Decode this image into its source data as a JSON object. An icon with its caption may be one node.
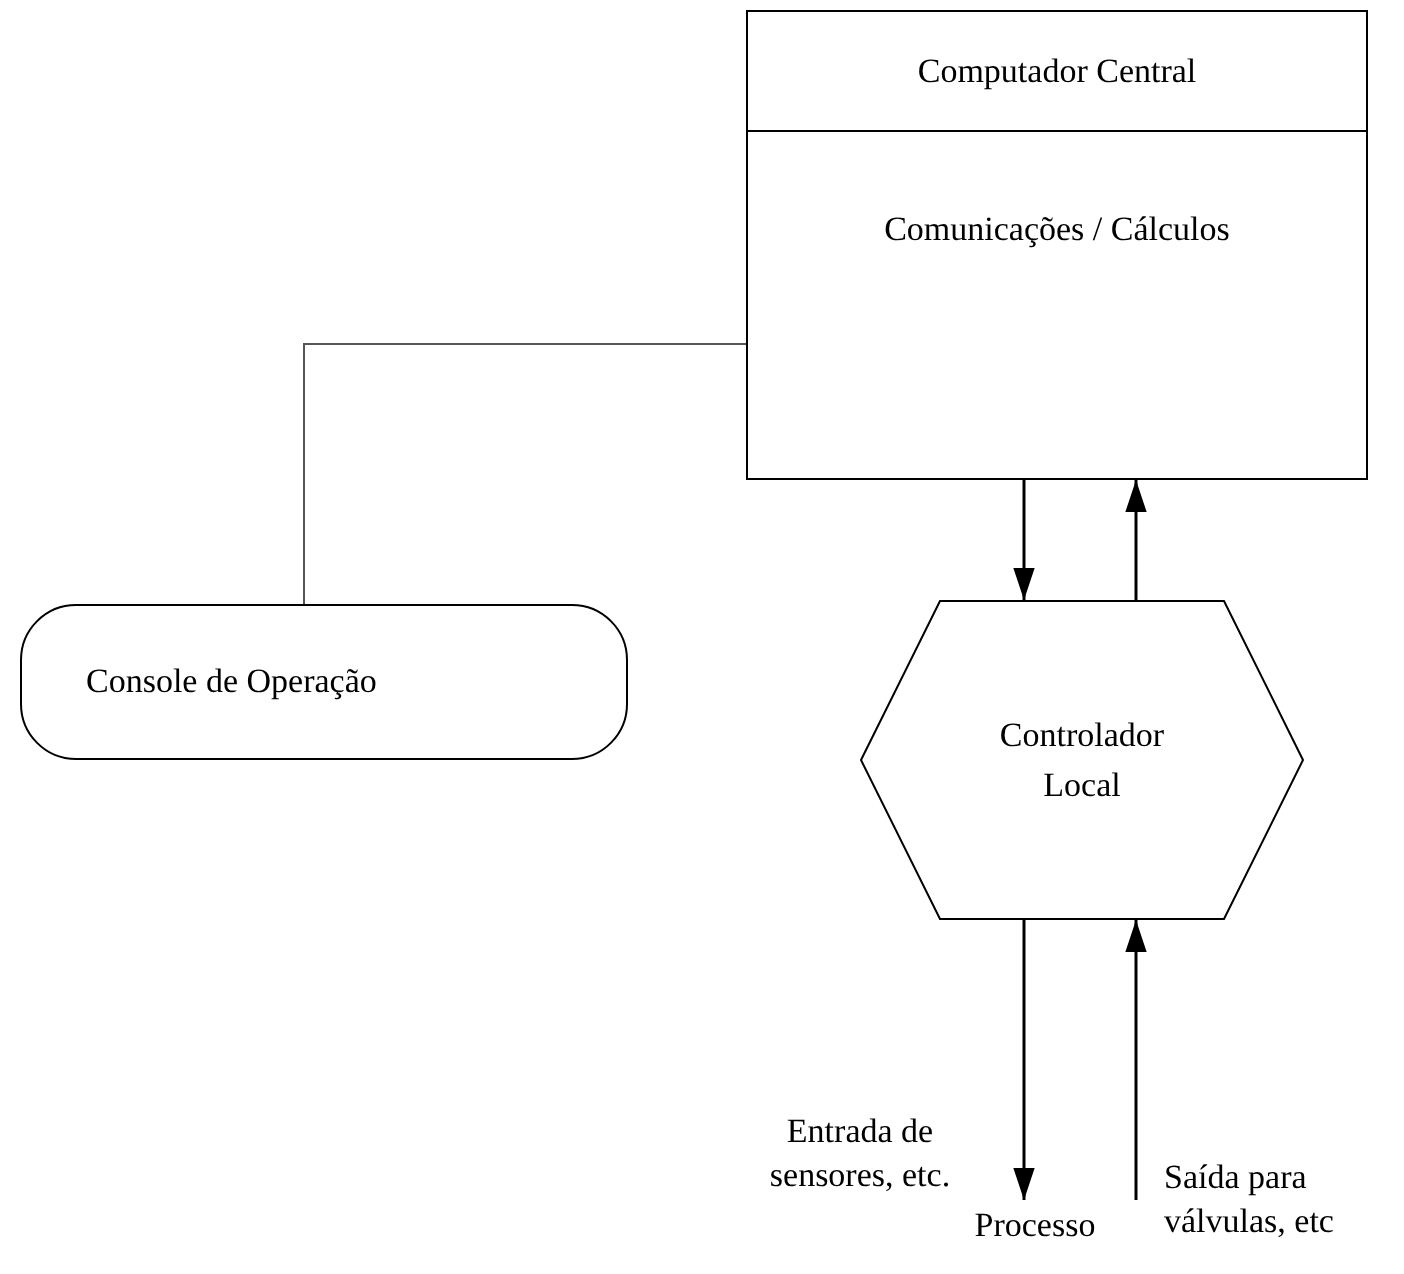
{
  "diagram": {
    "nodes": [
      {
        "text": [
          "Computador Central",
          "Comunicações / Cálculos"
        ]
      },
      {
        "text": [
          "Console de Operação"
        ]
      },
      {
        "text": [
          "Controlador Local"
        ]
      },
      {
        "text": [
          "Processo"
        ]
      }
    ],
    "edges": [
      {
        "from": 0,
        "to": 1,
        "arrow": "none"
      },
      {
        "from": 0,
        "to": 2,
        "arrow": "to"
      },
      {
        "from": 2,
        "to": 0,
        "arrow": "to"
      },
      {
        "from": 2,
        "to": 3,
        "arrow": "to",
        "label": "Entrada de sensores, etc."
      },
      {
        "from": 3,
        "to": 2,
        "arrow": "to",
        "label": "Saída para válvulas, etc"
      }
    ]
  }
}
